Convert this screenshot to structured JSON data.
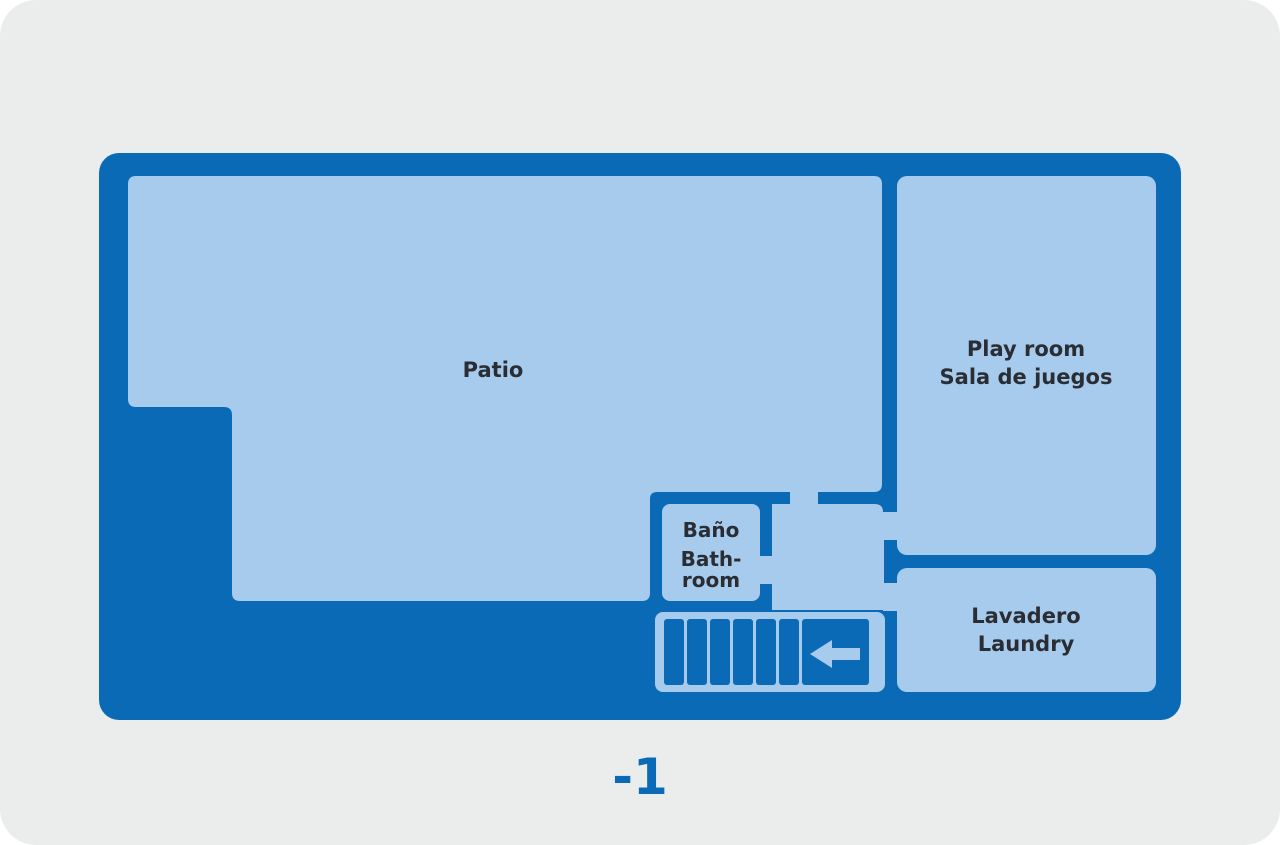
{
  "floor": {
    "level": "-1",
    "colors": {
      "background": "#ebeded",
      "wall": "#0b6ab5",
      "room": "#a7cbed",
      "text": "#2a2d33"
    }
  },
  "rooms": {
    "patio": {
      "label": "Patio"
    },
    "play_room": {
      "label_en": "Play room",
      "label_es": "Sala de juegos"
    },
    "bathroom": {
      "label_es": "Baño",
      "label_en_1": "Bath-",
      "label_en_2": "room"
    },
    "laundry": {
      "label_es": "Lavadero",
      "label_en": "Laundry"
    }
  },
  "stairs": {
    "icon": "arrow-left-icon",
    "step_count": 6
  }
}
